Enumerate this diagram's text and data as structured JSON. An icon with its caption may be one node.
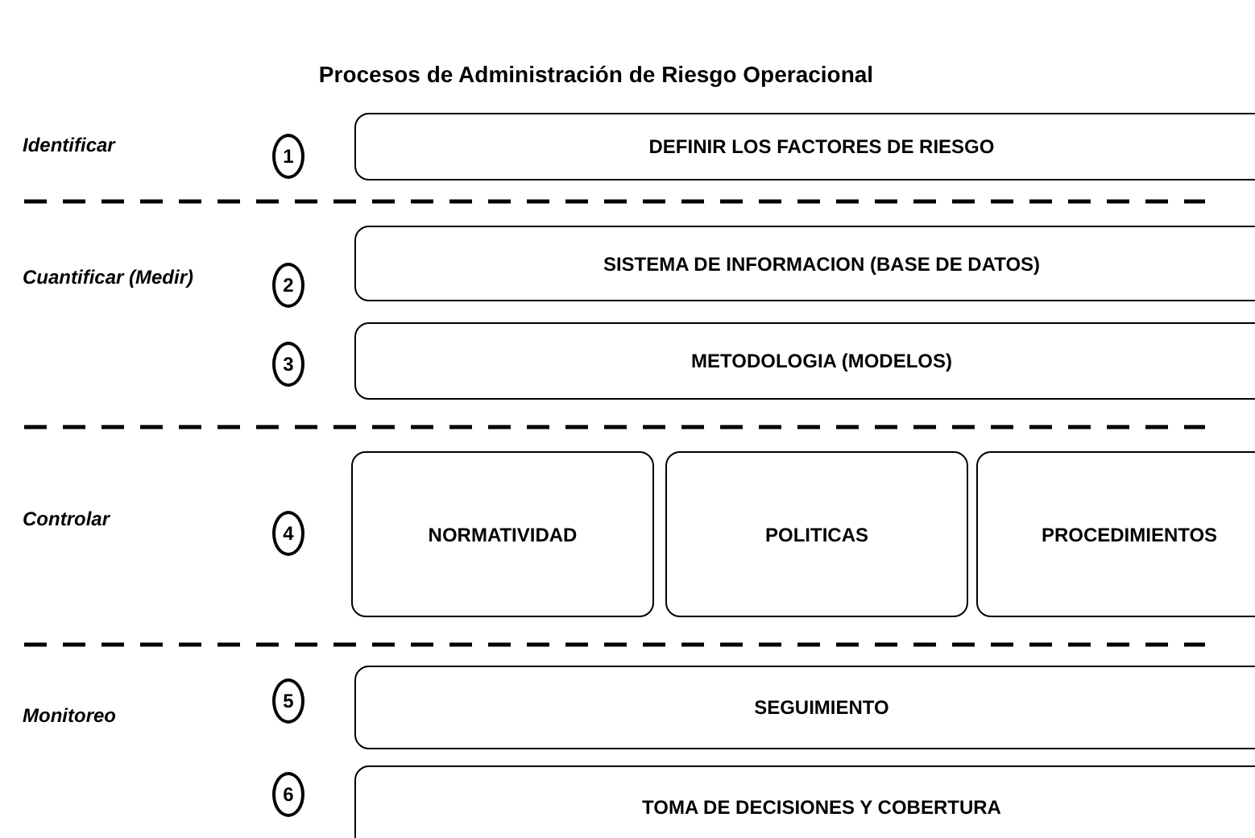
{
  "diagram": {
    "title": "Procesos de Administración de Riesgo Operacional",
    "nodes": [
      {
        "text": [
          "1"
        ]
      },
      {
        "text": [
          "DEFINIR LOS FACTORES DE RIESGO"
        ]
      },
      {
        "text": [
          "2"
        ]
      },
      {
        "text": [
          "SISTEMA DE INFORMACION (BASE DE DATOS)"
        ]
      },
      {
        "text": [
          "3"
        ]
      },
      {
        "text": [
          "METODOLOGIA (MODELOS)"
        ]
      },
      {
        "text": [
          "4"
        ]
      },
      {
        "text": [
          "NORMATIVIDAD"
        ]
      },
      {
        "text": [
          "POLITICAS"
        ]
      },
      {
        "text": [
          "PROCEDIMIENTOS"
        ]
      },
      {
        "text": [
          "5"
        ]
      },
      {
        "text": [
          "SEGUIMIENTO"
        ]
      },
      {
        "text": [
          "6"
        ]
      },
      {
        "text": [
          "TOMA DE DECISIONES Y COBERTURA"
        ]
      }
    ],
    "edges": [],
    "labels": [
      "Identificar",
      "Cuantificar (Medir)",
      "Controlar",
      "Monitoreo"
    ]
  }
}
